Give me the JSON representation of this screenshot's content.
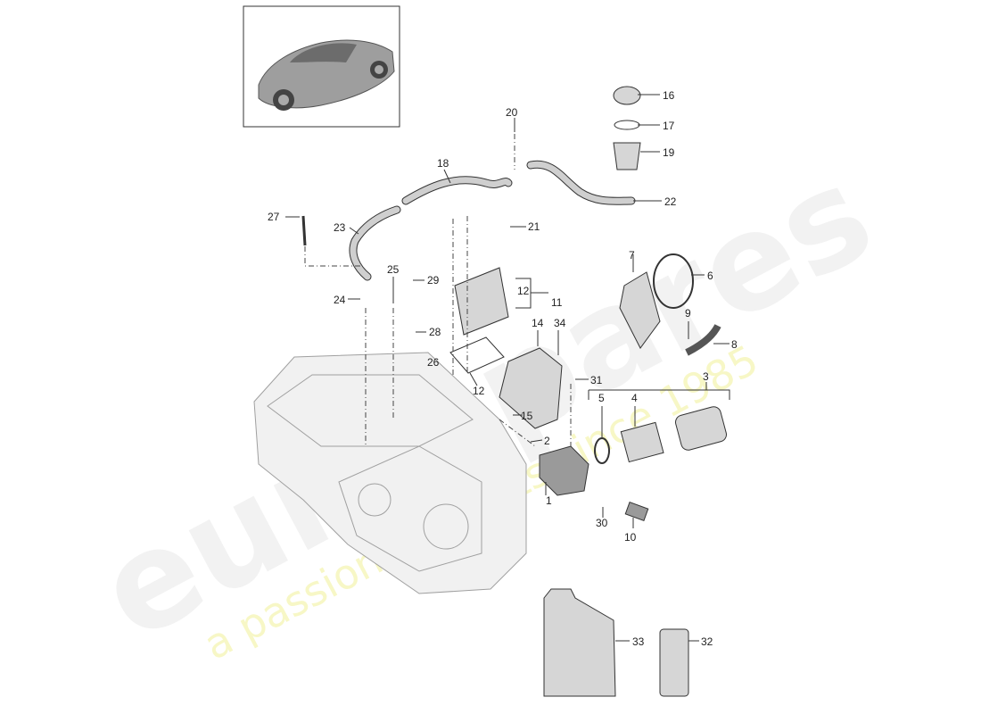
{
  "watermark": {
    "brand": "eurospares",
    "tagline": "a passion for parts since 1985"
  },
  "callouts": [
    {
      "id": "c1",
      "text": "1"
    },
    {
      "id": "c2",
      "text": "2"
    },
    {
      "id": "c3",
      "text": "3"
    },
    {
      "id": "c4",
      "text": "4"
    },
    {
      "id": "c5",
      "text": "5"
    },
    {
      "id": "c6",
      "text": "6"
    },
    {
      "id": "c7",
      "text": "7"
    },
    {
      "id": "c8",
      "text": "8"
    },
    {
      "id": "c9",
      "text": "9"
    },
    {
      "id": "c10",
      "text": "10"
    },
    {
      "id": "c11",
      "text": "11"
    },
    {
      "id": "c12a",
      "text": "12"
    },
    {
      "id": "c12b",
      "text": "12"
    },
    {
      "id": "c14",
      "text": "14"
    },
    {
      "id": "c15",
      "text": "15"
    },
    {
      "id": "c16",
      "text": "16"
    },
    {
      "id": "c17",
      "text": "17"
    },
    {
      "id": "c18",
      "text": "18"
    },
    {
      "id": "c19",
      "text": "19"
    },
    {
      "id": "c20",
      "text": "20"
    },
    {
      "id": "c21",
      "text": "21"
    },
    {
      "id": "c22",
      "text": "22"
    },
    {
      "id": "c23",
      "text": "23"
    },
    {
      "id": "c24",
      "text": "24"
    },
    {
      "id": "c25",
      "text": "25"
    },
    {
      "id": "c26",
      "text": "26"
    },
    {
      "id": "c27",
      "text": "27"
    },
    {
      "id": "c28",
      "text": "28"
    },
    {
      "id": "c29",
      "text": "29"
    },
    {
      "id": "c30",
      "text": "30"
    },
    {
      "id": "c31",
      "text": "31"
    },
    {
      "id": "c32",
      "text": "32"
    },
    {
      "id": "c33",
      "text": "33"
    },
    {
      "id": "c34",
      "text": "34"
    }
  ],
  "colors": {
    "line": "#333333",
    "part": "#d6d6d6",
    "watermark_brand": "#e9e9e9",
    "watermark_tagline": "#f3f3a8"
  }
}
